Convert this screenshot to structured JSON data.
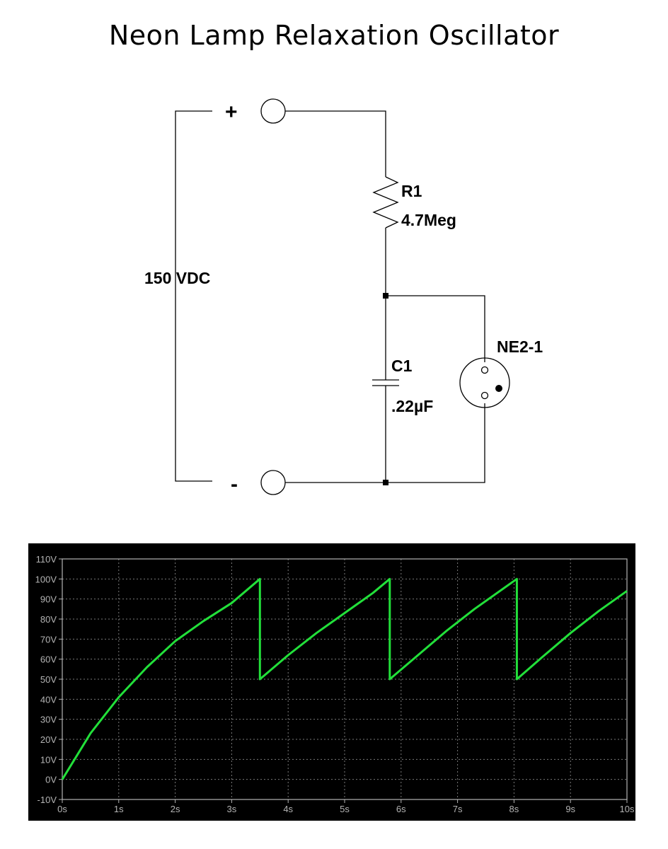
{
  "title": "Neon Lamp Relaxation Oscillator",
  "schematic": {
    "source_label": "150 VDC",
    "plus_label": "+",
    "minus_label": "-",
    "resistor": {
      "name": "R1",
      "value": "4.7Meg"
    },
    "capacitor": {
      "name": "C1",
      "value": ".22µF"
    },
    "lamp": {
      "name": "NE2-1"
    }
  },
  "colors": {
    "plot_background": "#000000",
    "trace": "#22e03a",
    "grid": "#7a7a7a",
    "tick_text": "#b4b4b4"
  },
  "chart_data": {
    "type": "line",
    "xlim": [
      0,
      10
    ],
    "ylim": [
      -10,
      110
    ],
    "x_ticks": [
      "0s",
      "1s",
      "2s",
      "3s",
      "4s",
      "5s",
      "6s",
      "7s",
      "8s",
      "9s",
      "10s"
    ],
    "y_ticks": [
      "110V",
      "100V",
      "90V",
      "80V",
      "70V",
      "60V",
      "50V",
      "40V",
      "30V",
      "20V",
      "10V",
      "0V",
      "-10V"
    ],
    "grid": true,
    "series": [
      {
        "x": [
          0,
          0.5,
          1.0,
          1.5,
          2.0,
          2.5,
          3.0,
          3.5,
          3.5,
          4.0,
          4.5,
          5.0,
          5.5,
          5.8,
          5.8,
          6.3,
          6.8,
          7.3,
          7.8,
          8.05,
          8.05,
          8.5,
          9.0,
          9.5,
          10.0
        ],
        "y": [
          0,
          23,
          41,
          56,
          69,
          79,
          88,
          100,
          50,
          62,
          73,
          83,
          93,
          100,
          50,
          62,
          74,
          85,
          95,
          100,
          50,
          61,
          73,
          84,
          94
        ]
      }
    ]
  }
}
